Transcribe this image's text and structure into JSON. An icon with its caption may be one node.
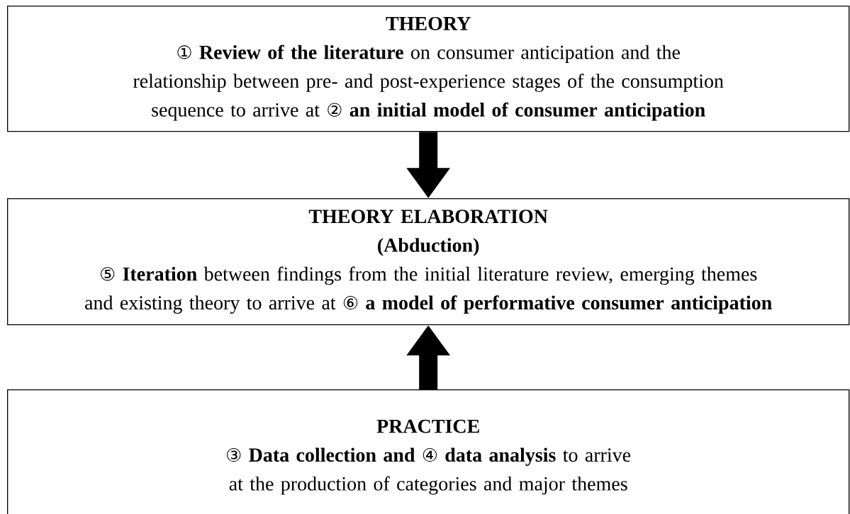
{
  "diagram": {
    "nodes": [
      {
        "text": [
          "THEORY",
          "① **Review of the literature** on consumer anticipation and the relationship between pre- and post-experience stages of the consumption sequence to arrive at ② **an initial model of consumer anticipation**"
        ]
      },
      {
        "text": [
          "THEORY ELABORATION",
          "(Abduction)",
          "⑤ **Iteration** between findings from the initial literature review, emerging themes and existing theory to arrive at ⑥ **a model of performative consumer anticipation**"
        ]
      },
      {
        "text": [
          "PRACTICE",
          "③ **Data collection and** ④ **data analysis** to arrive at the production of categories and major themes"
        ]
      }
    ],
    "edges": [
      {
        "from": 0,
        "to": 1,
        "arrow": "to"
      },
      {
        "from": 2,
        "to": 1,
        "arrow": "to"
      }
    ]
  }
}
